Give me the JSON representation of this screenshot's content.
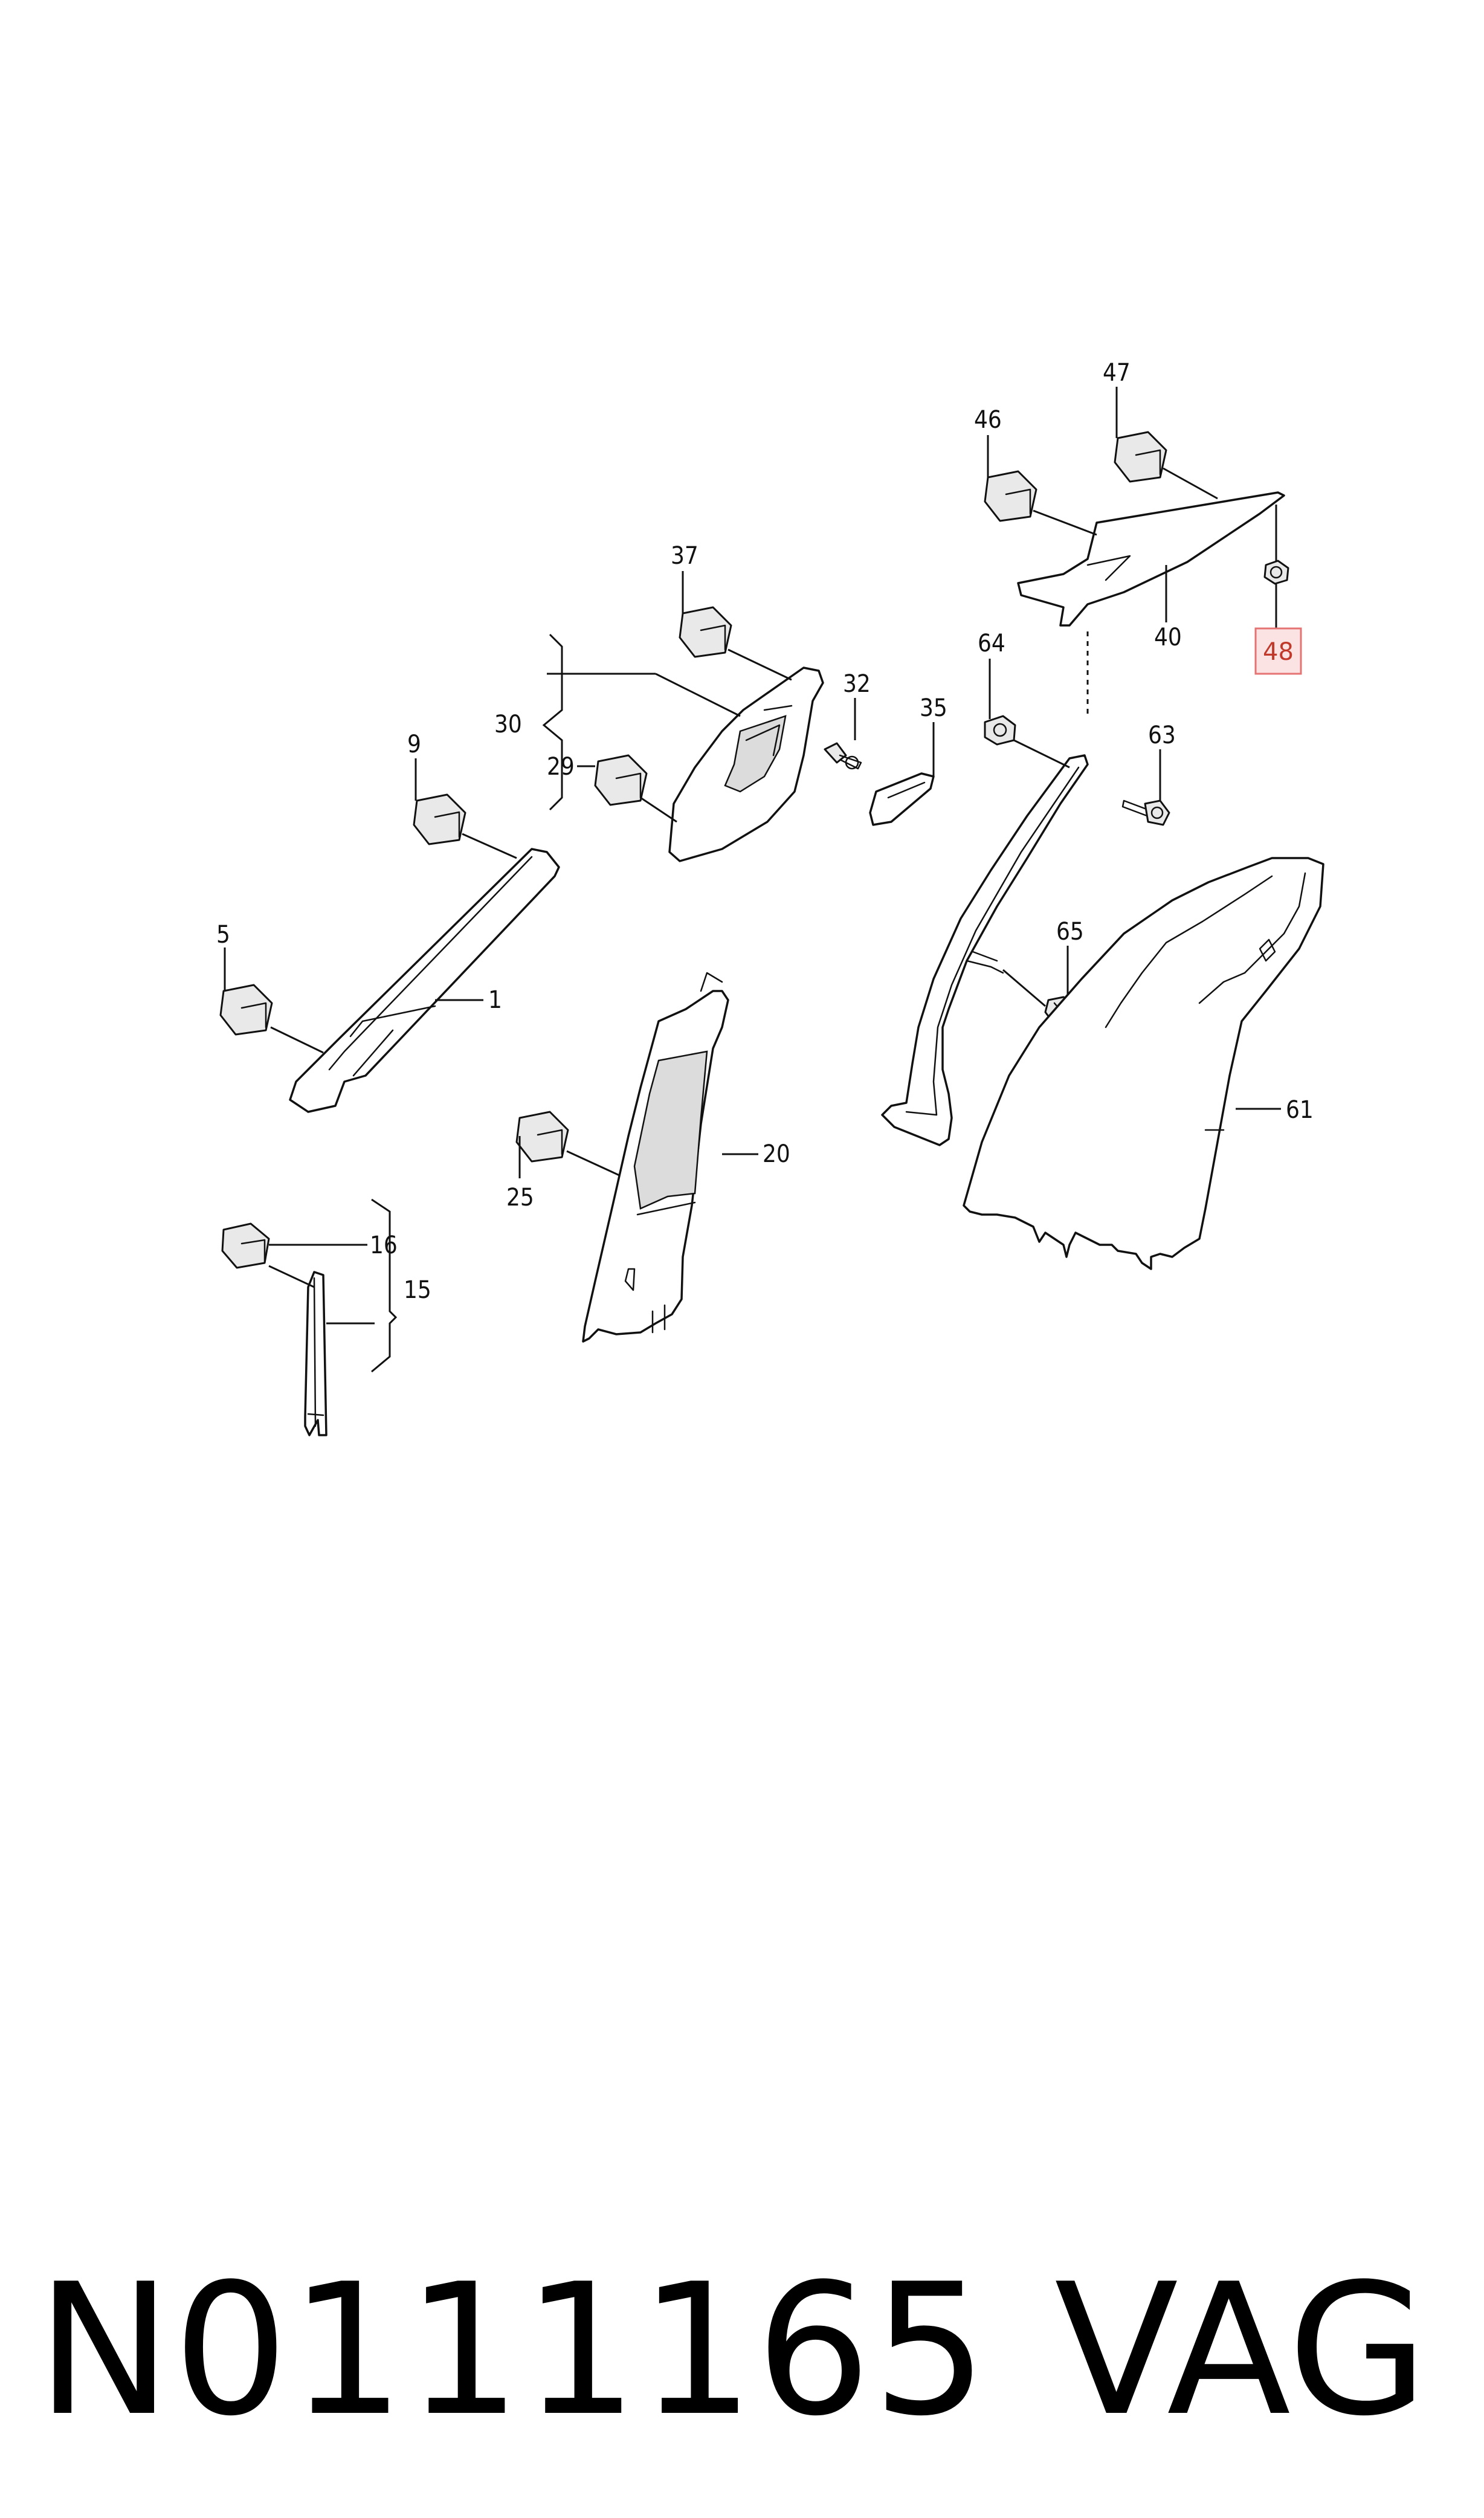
{
  "callouts": [
    {
      "id": "c1",
      "text": "1"
    },
    {
      "id": "c5",
      "text": "5"
    },
    {
      "id": "c9",
      "text": "9"
    },
    {
      "id": "c15",
      "text": "15"
    },
    {
      "id": "c16",
      "text": "16"
    },
    {
      "id": "c20",
      "text": "20"
    },
    {
      "id": "c25",
      "text": "25"
    },
    {
      "id": "c29",
      "text": "29"
    },
    {
      "id": "c30",
      "text": "30"
    },
    {
      "id": "c32",
      "text": "32"
    },
    {
      "id": "c35",
      "text": "35"
    },
    {
      "id": "c37",
      "text": "37"
    },
    {
      "id": "c40",
      "text": "40"
    },
    {
      "id": "c46",
      "text": "46"
    },
    {
      "id": "c47",
      "text": "47"
    },
    {
      "id": "c48",
      "text": "48"
    },
    {
      "id": "c61",
      "text": "61"
    },
    {
      "id": "c63",
      "text": "63"
    },
    {
      "id": "c64",
      "text": "64"
    },
    {
      "id": "c65",
      "text": "65"
    }
  ],
  "highlighted_callout": "48",
  "highlight_color": "#e57373",
  "footer": {
    "part_number": "N0111165",
    "brand": "VAG"
  }
}
